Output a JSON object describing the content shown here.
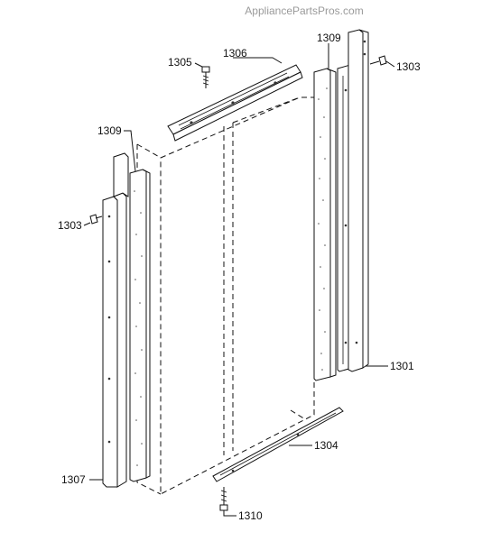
{
  "watermark": "AppliancePartsPros.com",
  "callouts": {
    "c1305": "1305",
    "c1306": "1306",
    "c1309_right": "1309",
    "c1303_right": "1303",
    "c1309_left": "1309",
    "c1303_left": "1303",
    "c1301": "1301",
    "c1304": "1304",
    "c1307": "1307",
    "c1310": "1310"
  }
}
